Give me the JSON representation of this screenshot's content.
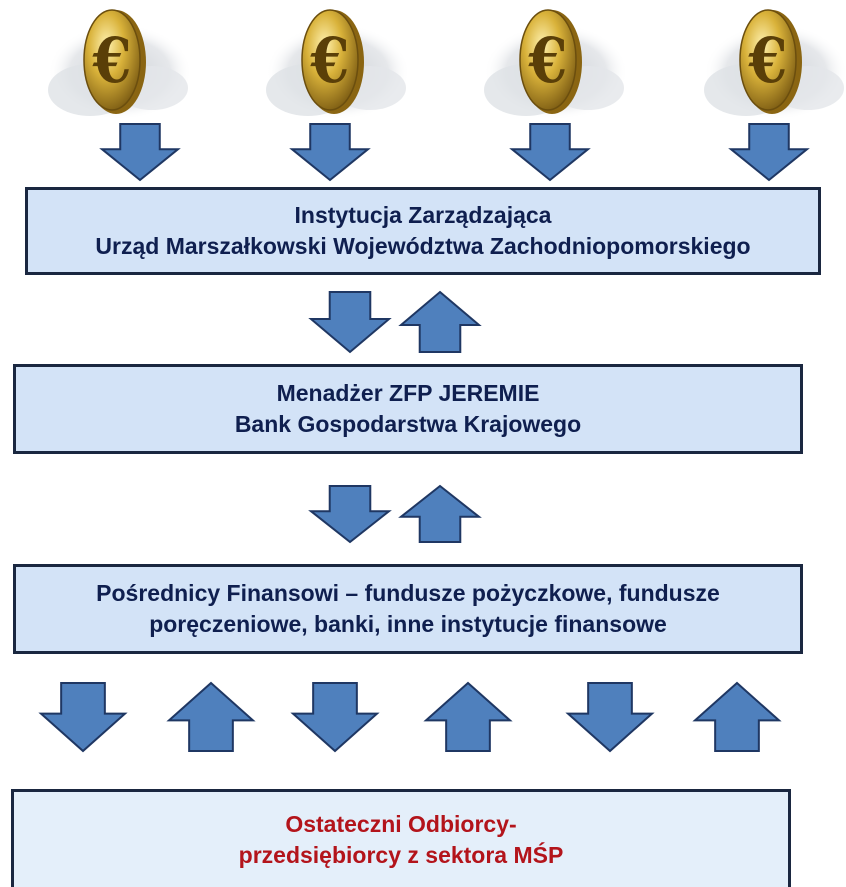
{
  "colors": {
    "arrow_fill": "#4f80bd",
    "arrow_stroke": "#1f3763",
    "box_fill": "#d3e3f7",
    "box_border": "#1a2740",
    "text_navy": "#0f1f4f",
    "text_red": "#b3141b",
    "coin_gold": "#d9b23a"
  },
  "icons": {
    "coin": "euro-coin-icon",
    "down": "arrow-down-icon",
    "up": "arrow-up-icon"
  },
  "coins": {
    "symbol": "€",
    "count": 4
  },
  "boxes": {
    "managing_authority": {
      "line1": "Instytucja Zarządzająca",
      "line2": "Urząd Marszałkowski Województwa Zachodniopomorskiego"
    },
    "fund_manager": {
      "line1": "Menadżer ZFP JEREMIE",
      "line2": "Bank Gospodarstwa Krajowego"
    },
    "intermediaries": {
      "line1": "Pośrednicy Finansowi – fundusze pożyczkowe, fundusze",
      "line2": "poręczeniowe, banki, inne instytucje finansowe"
    },
    "final_recipients": {
      "line1": "Ostateczni Odbiorcy-",
      "line2": "przedsiębiorcy z sektora MŚP"
    }
  },
  "flows": {
    "top": [
      "down",
      "down",
      "down",
      "down"
    ],
    "level1": [
      "down",
      "up"
    ],
    "level2": [
      "down",
      "up"
    ],
    "level3": [
      "down",
      "up",
      "down",
      "up",
      "down",
      "up"
    ]
  }
}
